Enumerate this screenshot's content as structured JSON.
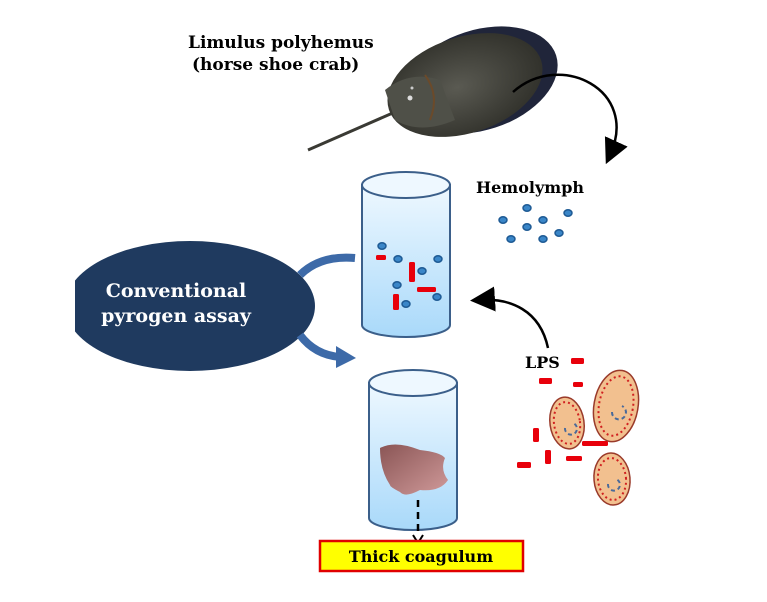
{
  "diagram": {
    "organism_label_line1": "Limulus polyhemus",
    "organism_label_line2": "(horse shoe crab)",
    "hemolymph_label": "Hemolymph",
    "assay_label_line1": "Conventional",
    "assay_label_line2": "pyrogen assay",
    "lps_label": "LPS",
    "result_label": "Thick coagulum"
  },
  "colors": {
    "ellipse_fill": "#1f3a5f",
    "tube_fill": "#bfe3fb",
    "tube_stroke": "#3b5f8a",
    "hemocyte": "#3a86c8",
    "lps": "#e8000b",
    "bacteria_fill": "#f2c08f",
    "coagulum": "#b87676",
    "result_box_fill": "#ffff00",
    "result_box_stroke": "#e00000"
  }
}
